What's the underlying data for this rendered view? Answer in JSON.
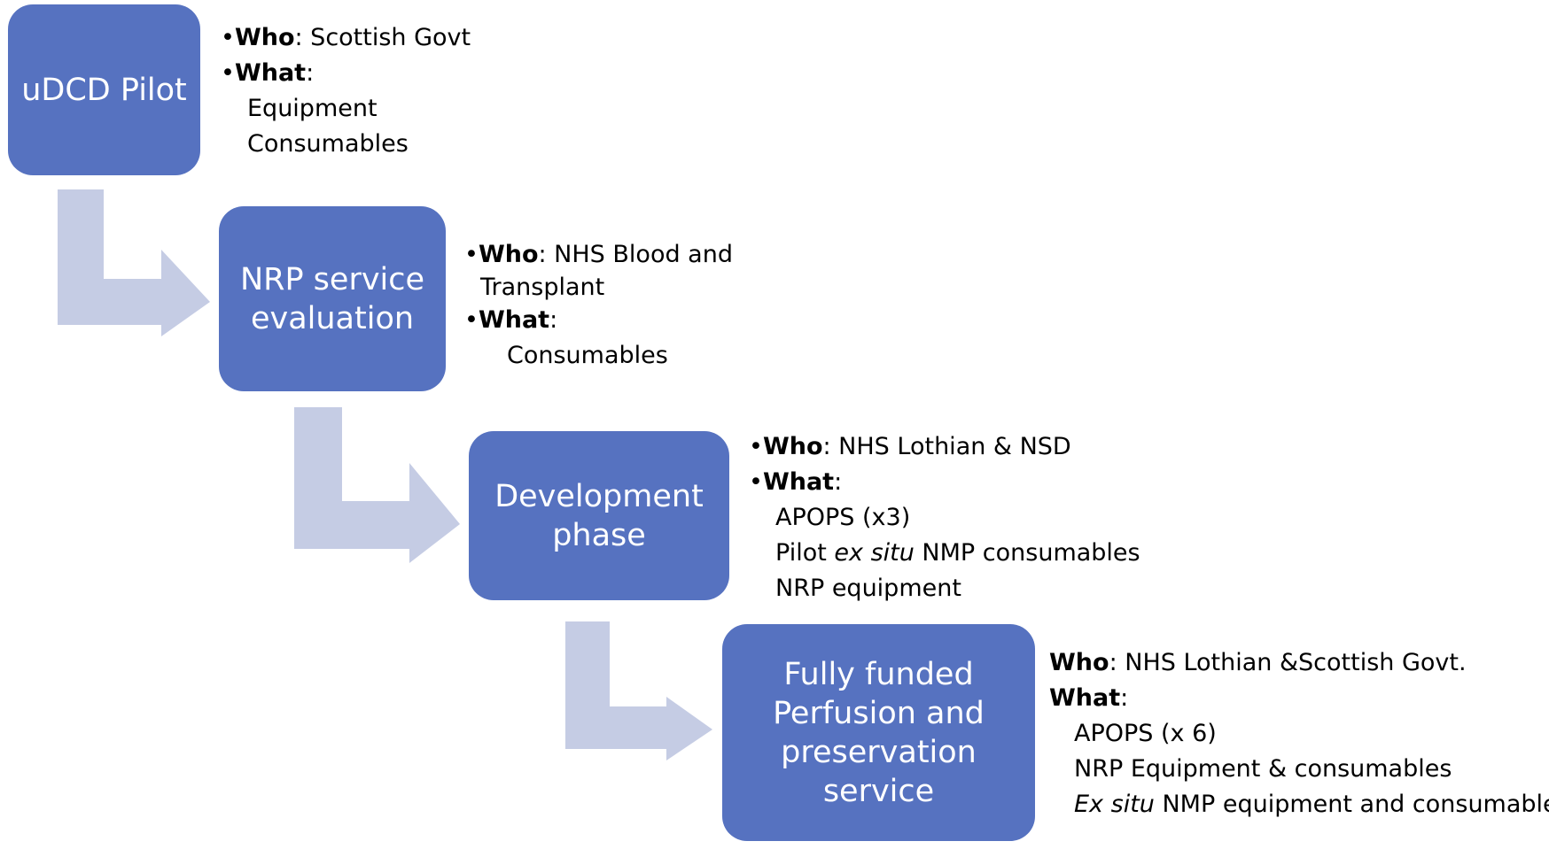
{
  "colors": {
    "box_fill": "#5672c0",
    "arrow_fill": "#c5cce4",
    "box_text": "#ffffff",
    "body_text": "#000000"
  },
  "steps": [
    {
      "title": "uDCD Pilot",
      "who_label": "Who",
      "who": ": Scottish Govt",
      "what_label": "What",
      "what_colon": ":",
      "items": [
        "Equipment",
        "Consumables"
      ]
    },
    {
      "title": "NRP service evaluation",
      "who_label": "Who",
      "who": ": NHS Blood and",
      "who_cont": "Transplant",
      "what_label": "What",
      "what_colon": ":",
      "items": [
        "Consumables"
      ]
    },
    {
      "title": "Development phase",
      "who_label": "Who",
      "who": ": NHS Lothian & NSD",
      "what_label": "What",
      "what_colon": ":",
      "items": [
        "APOPS (x3)",
        "NRP equipment"
      ],
      "item_pilot": {
        "pre": "Pilot ",
        "ital": "ex situ",
        "post": " NMP consumables"
      }
    },
    {
      "title": "Fully funded Perfusion and preservation service",
      "who_label": "Who",
      "who": ": NHS Lothian &Scottish Govt.",
      "what_label": "What",
      "what_colon": ":",
      "items": [
        "APOPS (x 6)",
        "NRP Equipment & consumables"
      ],
      "item_exsitu": {
        "ital": "Ex situ",
        "post": " NMP equipment and consumables"
      }
    }
  ],
  "bullet": "•"
}
